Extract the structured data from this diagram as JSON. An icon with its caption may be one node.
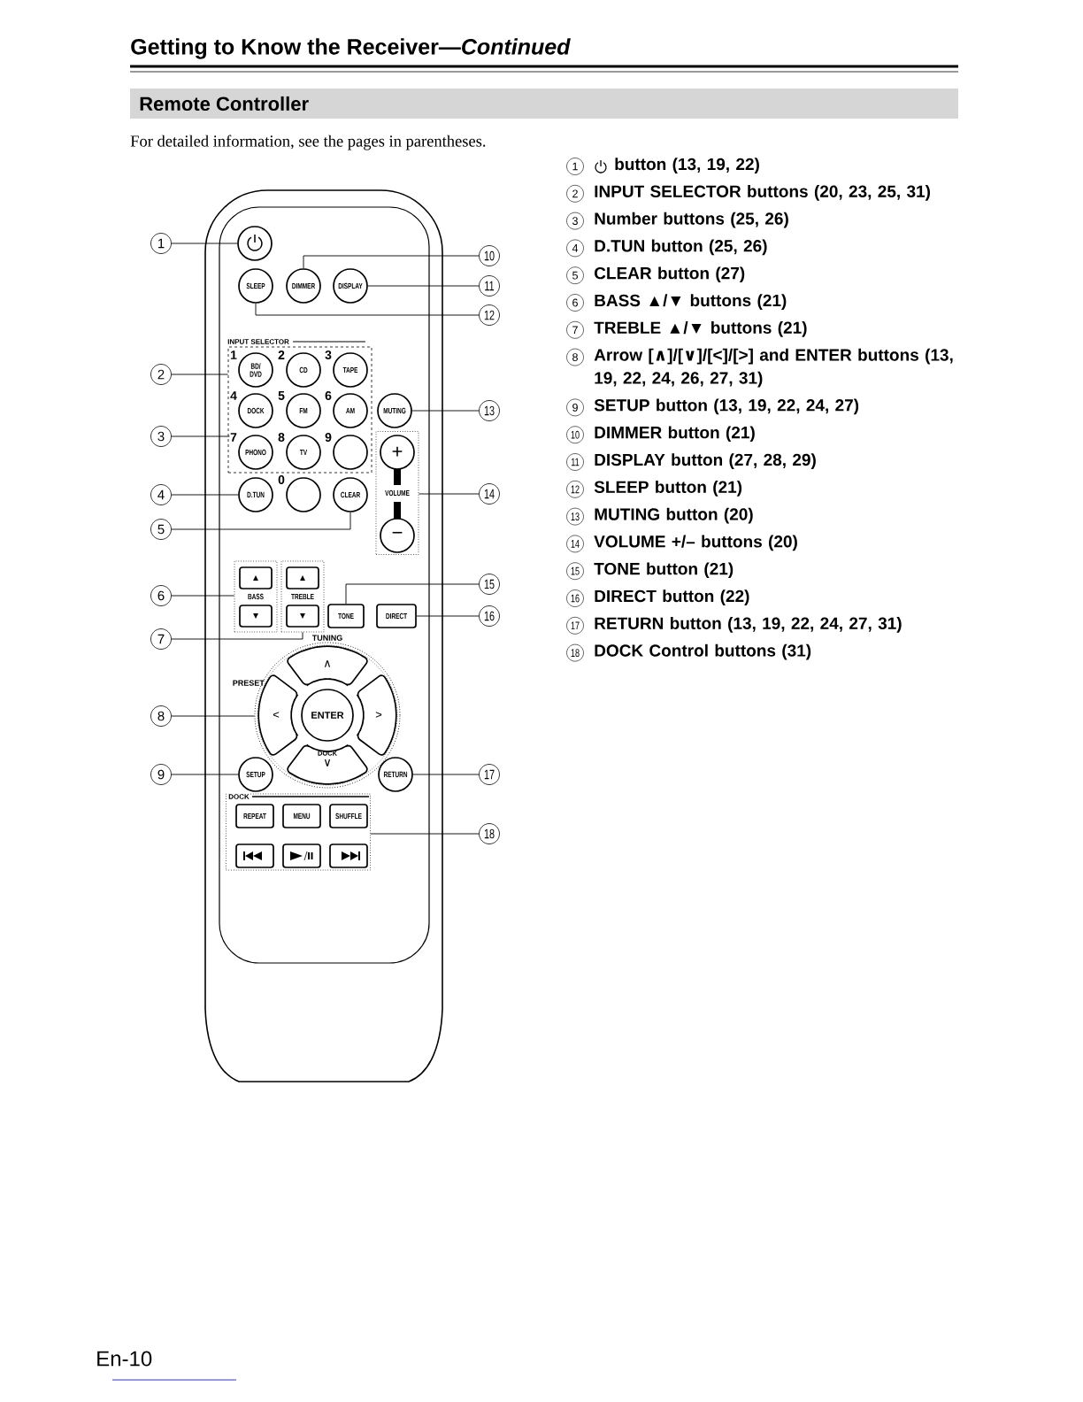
{
  "diagram": {
    "title": "Getting to Know the Receiver—*Continued*",
    "nodes": [
      {
        "text": [
          "1"
        ]
      },
      {
        "text": [
          "2"
        ]
      },
      {
        "text": [
          "3"
        ]
      },
      {
        "text": [
          "4"
        ]
      },
      {
        "text": [
          "5"
        ]
      },
      {
        "text": [
          "6"
        ]
      },
      {
        "text": [
          "7"
        ]
      },
      {
        "text": [
          "8"
        ]
      },
      {
        "text": [
          "9"
        ]
      },
      {
        "text": [
          "10"
        ]
      },
      {
        "text": [
          "11"
        ]
      },
      {
        "text": [
          "12"
        ]
      },
      {
        "text": [
          "13"
        ]
      },
      {
        "text": [
          "14"
        ]
      },
      {
        "text": [
          "15"
        ]
      },
      {
        "text": [
          "16"
        ]
      },
      {
        "text": [
          "17"
        ]
      },
      {
        "text": [
          "18"
        ]
      },
      {
        "text": [],
        "shape": "circle"
      },
      {
        "text": [
          "SLEEP"
        ]
      },
      {
        "text": [
          "DIMMER"
        ]
      },
      {
        "text": [
          "DISPLAY"
        ]
      },
      {
        "text": [
          "INPUT SELECTOR"
        ]
      },
      {
        "text": [
          "BD/ DVD"
        ],
        "in": 22,
        "beside": [
          "1"
        ]
      },
      {
        "text": [
          "CD"
        ],
        "in": 22,
        "beside": [
          "2"
        ]
      },
      {
        "text": [
          "TAPE"
        ],
        "in": 22,
        "beside": [
          "3"
        ]
      },
      {
        "text": [
          "DOCK"
        ],
        "in": 22,
        "beside": [
          "4"
        ]
      },
      {
        "text": [
          "FM"
        ],
        "in": 22,
        "beside": [
          "5"
        ]
      },
      {
        "text": [
          "AM"
        ],
        "in": 22,
        "beside": [
          "6"
        ]
      },
      {
        "text": [
          "PHONO"
        ],
        "in": 22,
        "beside": [
          "7"
        ]
      },
      {
        "text": [
          "TV"
        ],
        "in": 22,
        "beside": [
          "8"
        ]
      },
      {
        "text": [],
        "shape": "circle",
        "in": 22,
        "beside": [
          "9"
        ]
      },
      {
        "text": [
          "D.TUN"
        ]
      },
      {
        "text": [],
        "shape": "circle",
        "beside": [
          "0"
        ]
      },
      {
        "text": [
          "CLEAR"
        ]
      },
      {
        "text": [
          "MUTING"
        ]
      },
      {
        "text": [
          "VOLUME"
        ]
      },
      {
        "text": [
          "+"
        ],
        "in": 36
      },
      {
        "text": [
          "−"
        ],
        "in": 36
      },
      {
        "text": [
          "BASS"
        ]
      },
      {
        "text": [
          "▲"
        ],
        "in": 39
      },
      {
        "text": [
          "▼"
        ],
        "in": 39
      },
      {
        "text": [
          "TREBLE"
        ]
      },
      {
        "text": [
          "▲"
        ],
        "in": 42
      },
      {
        "text": [
          "▼"
        ],
        "in": 42
      },
      {
        "text": [
          "TONE"
        ]
      },
      {
        "text": [
          "DIRECT"
        ]
      },
      {
        "text": [
          "TUNING",
          "PRESET"
        ]
      },
      {
        "text": [
          "∧"
        ],
        "in": 47
      },
      {
        "text": [
          "<"
        ],
        "in": 47
      },
      {
        "text": [
          "ENTER"
        ],
        "in": 47
      },
      {
        "text": [
          ">"
        ],
        "in": 47
      },
      {
        "text": [
          "DOCK",
          "∨"
        ],
        "in": 47
      },
      {
        "text": [
          "SETUP"
        ]
      },
      {
        "text": [
          "RETURN"
        ]
      },
      {
        "text": [
          "DOCK"
        ]
      },
      {
        "text": [
          "REPEAT"
        ],
        "in": 55
      },
      {
        "text": [
          "MENU"
        ],
        "in": 55
      },
      {
        "text": [
          "SHUFFLE"
        ],
        "in": 55
      },
      {
        "text": [],
        "shape": "box",
        "in": 55
      },
      {
        "text": [],
        "shape": "box",
        "in": 55
      },
      {
        "text": [],
        "shape": "box",
        "in": 55
      }
    ],
    "edges": [
      {
        "from": 0,
        "to": 18,
        "arrow": "none"
      },
      {
        "from": 1,
        "to": 22,
        "arrow": "none"
      },
      {
        "from": 2,
        "to": 29,
        "arrow": "none"
      },
      {
        "from": 3,
        "to": 32,
        "arrow": "none"
      },
      {
        "from": 4,
        "to": 34,
        "arrow": "none"
      },
      {
        "from": 5,
        "to": 39,
        "arrow": "none"
      },
      {
        "from": 6,
        "to": 42,
        "arrow": "none"
      },
      {
        "from": 7,
        "to": 47,
        "arrow": "none"
      },
      {
        "from": 8,
        "to": 53,
        "arrow": "none"
      },
      {
        "from": 9,
        "to": 20,
        "arrow": "none"
      },
      {
        "from": 10,
        "to": 21,
        "arrow": "none"
      },
      {
        "from": 11,
        "to": 19,
        "arrow": "none"
      },
      {
        "from": 12,
        "to": 35,
        "arrow": "none"
      },
      {
        "from": 13,
        "to": 36,
        "arrow": "none"
      },
      {
        "from": 14,
        "to": 45,
        "arrow": "none"
      },
      {
        "from": 15,
        "to": 46,
        "arrow": "none"
      },
      {
        "from": 16,
        "to": 54,
        "arrow": "none"
      },
      {
        "from": 17,
        "to": 55,
        "arrow": "none"
      }
    ],
    "labels": [
      "Remote Controller",
      "For detailed information, see the pages in parentheses.",
      "1",
      "button (13, 19, 22)",
      "2",
      "INPUT SELECTOR buttons (20, 23, 25, 31)",
      "3",
      "Number buttons (25, 26)",
      "4",
      "D.TUN button (25, 26)",
      "5",
      "CLEAR button (27)",
      "6",
      "BASS ▲/▼ buttons (21)",
      "7",
      "TREBLE ▲/▼ buttons (21)",
      "8",
      "Arrow [∧]/[∨]/[<]/[>] and ENTER buttons (13, 19, 22, 24, 26, 27, 31)",
      "9",
      "SETUP button (13, 19, 22, 24, 27)",
      "10",
      "DIMMER button (21)",
      "11",
      "DISPLAY button (27, 28, 29)",
      "12",
      "SLEEP button (21)",
      "13",
      "MUTING button (20)",
      "14",
      "VOLUME +/– buttons (20)",
      "15",
      "TONE button (21)",
      "16",
      "DIRECT button (22)",
      "17",
      "RETURN button (13, 19, 22, 24, 27, 31)",
      "18",
      "DOCK Control buttons (31)",
      "En-10"
    ]
  }
}
